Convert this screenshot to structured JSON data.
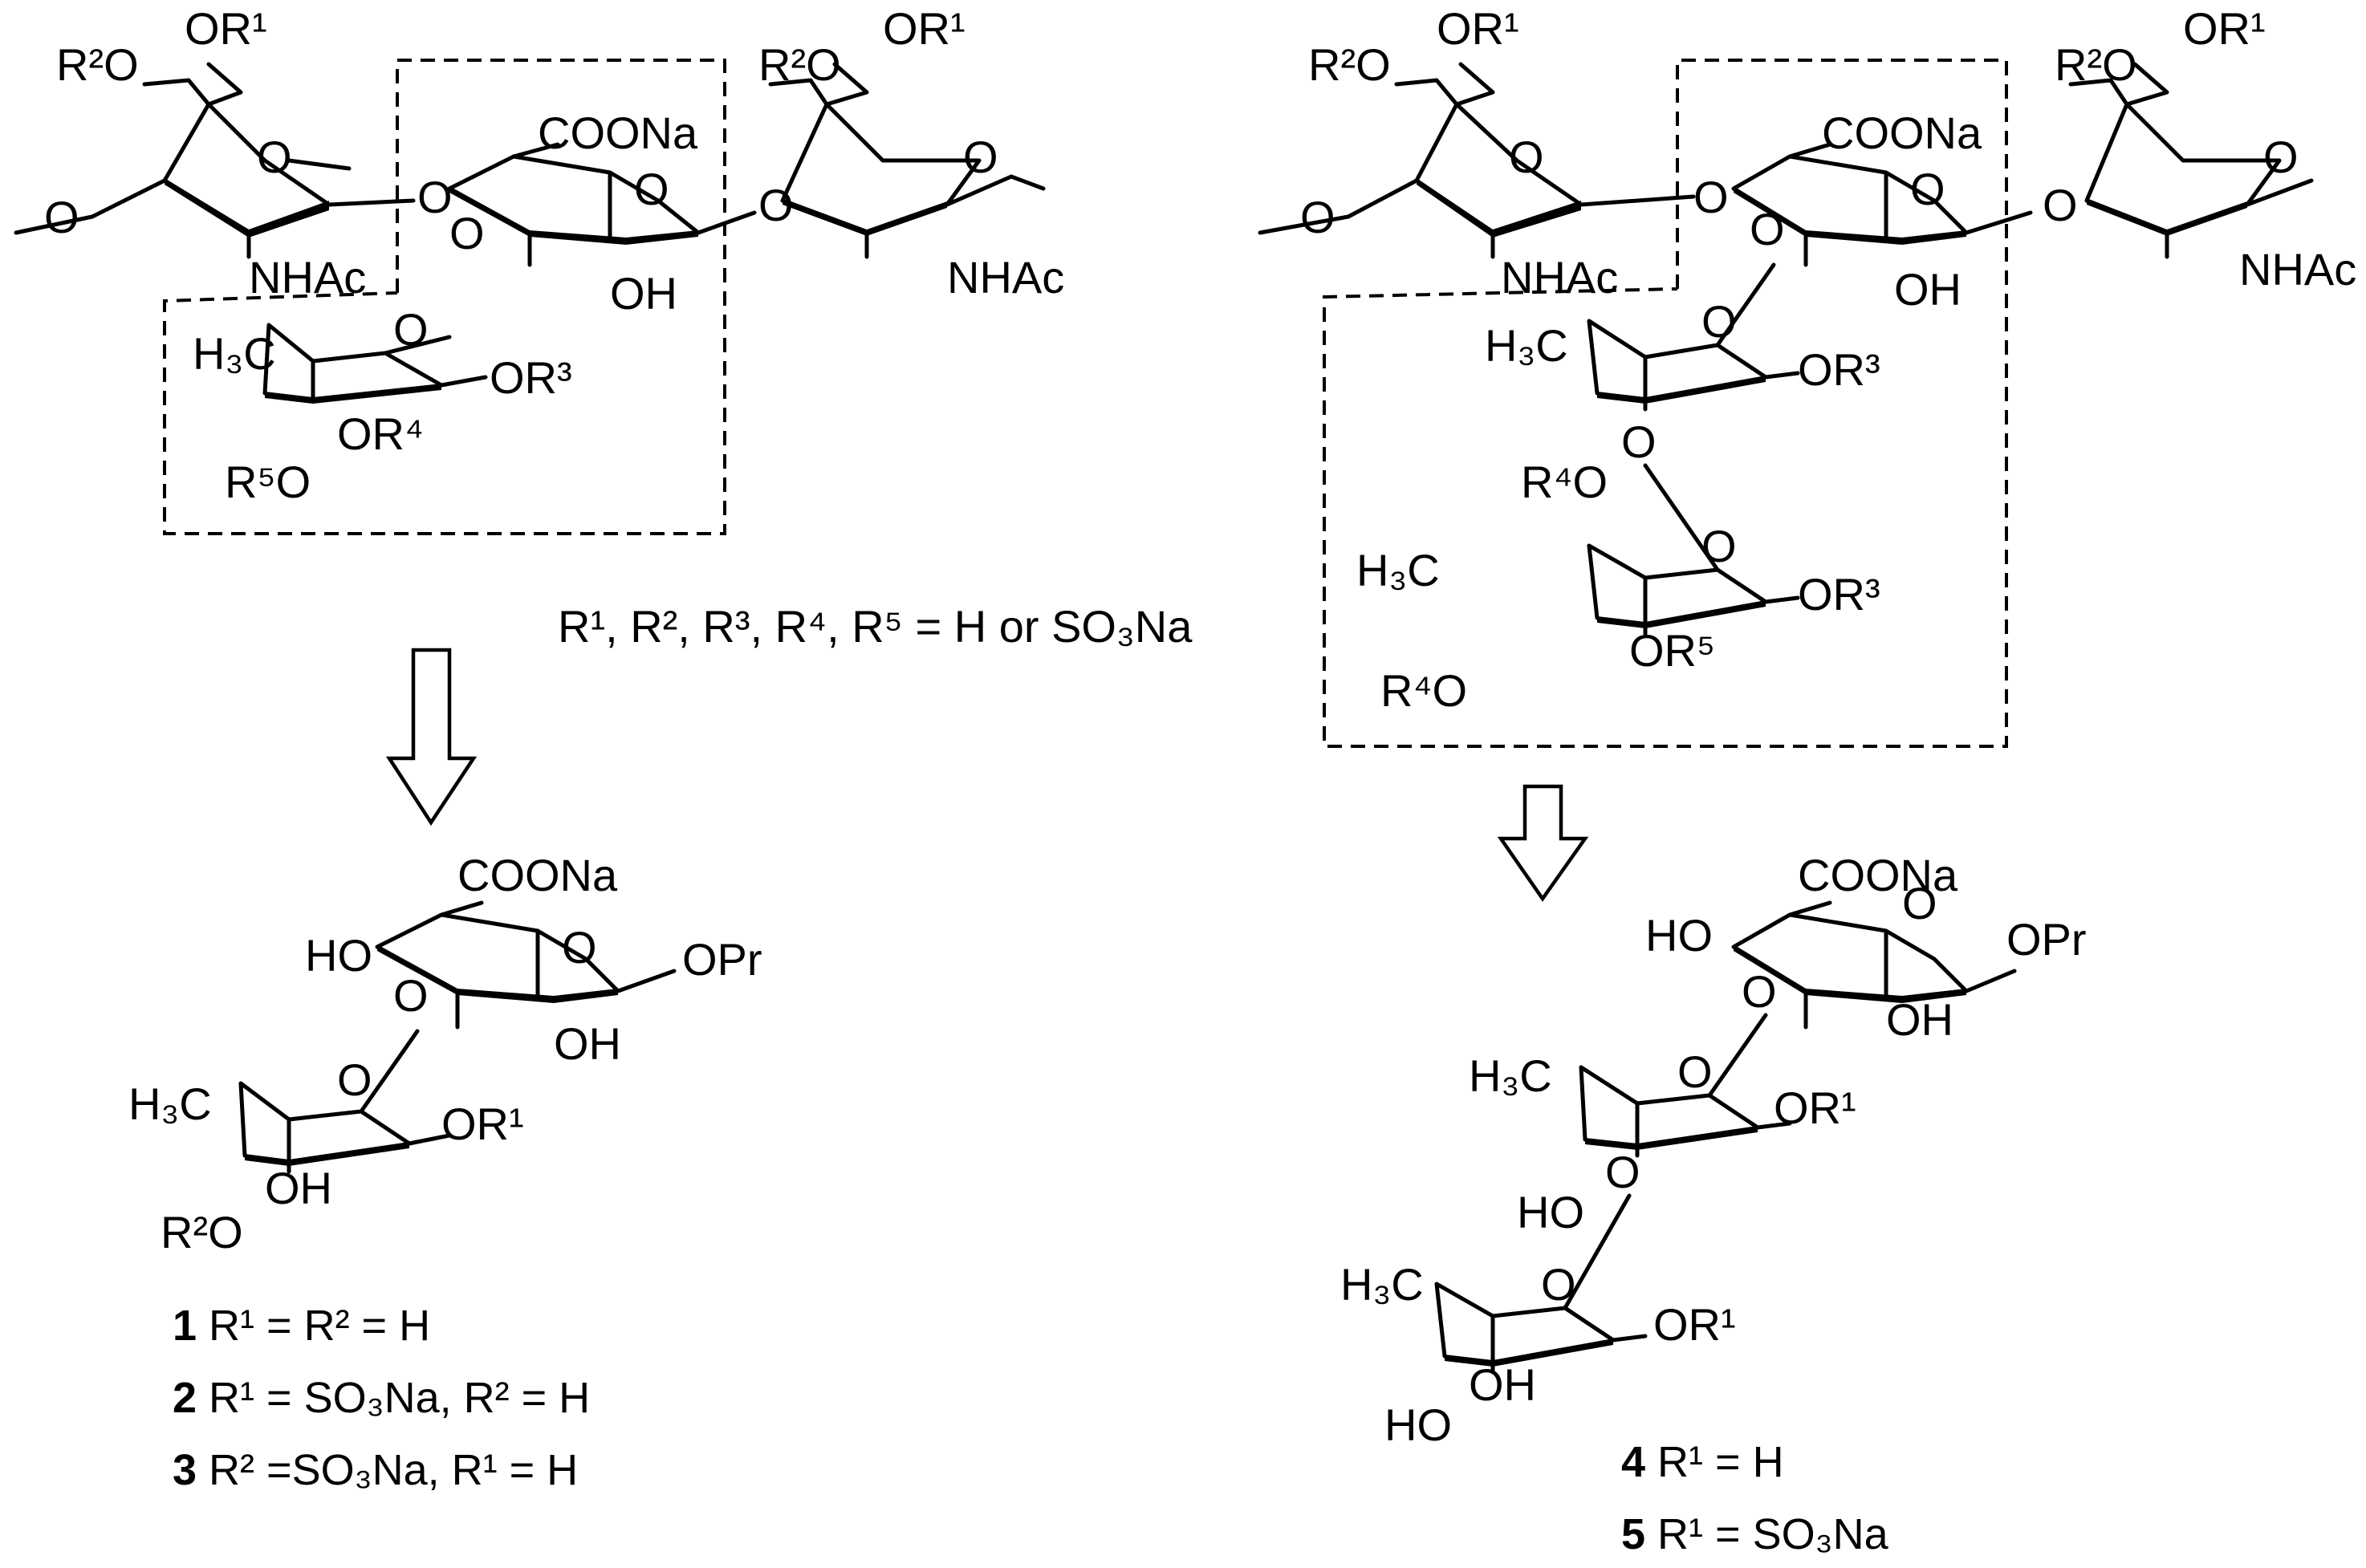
{
  "groups": {
    "R1": "R¹",
    "R2": "R²",
    "R3": "R³",
    "R4": "R⁴",
    "R5": "R⁵",
    "OR1": "OR¹",
    "OR3": "OR³",
    "OR4": "OR⁴",
    "OR5": "OR⁵",
    "R2O": "R²O",
    "R4O": "R⁴O",
    "R5O": "R⁵O",
    "COONa": "COONa",
    "OH": "OH",
    "HO": "HO",
    "O": "O",
    "NHAc": "NHAc",
    "H3C": "H₃C",
    "OPr": "OPr"
  },
  "definition": "R¹, R², R³, R⁴, R⁵ = H or SO₃Na",
  "compounds": [
    {
      "num": "1",
      "desc": " R¹ = R² = H"
    },
    {
      "num": "2",
      "desc": " R¹ = SO₃Na, R² = H"
    },
    {
      "num": "3",
      "desc": " R² =SO₃Na, R¹ = H"
    },
    {
      "num": "4",
      "desc": " R¹ = H"
    },
    {
      "num": "5",
      "desc": " R¹ = SO₃Na"
    }
  ]
}
